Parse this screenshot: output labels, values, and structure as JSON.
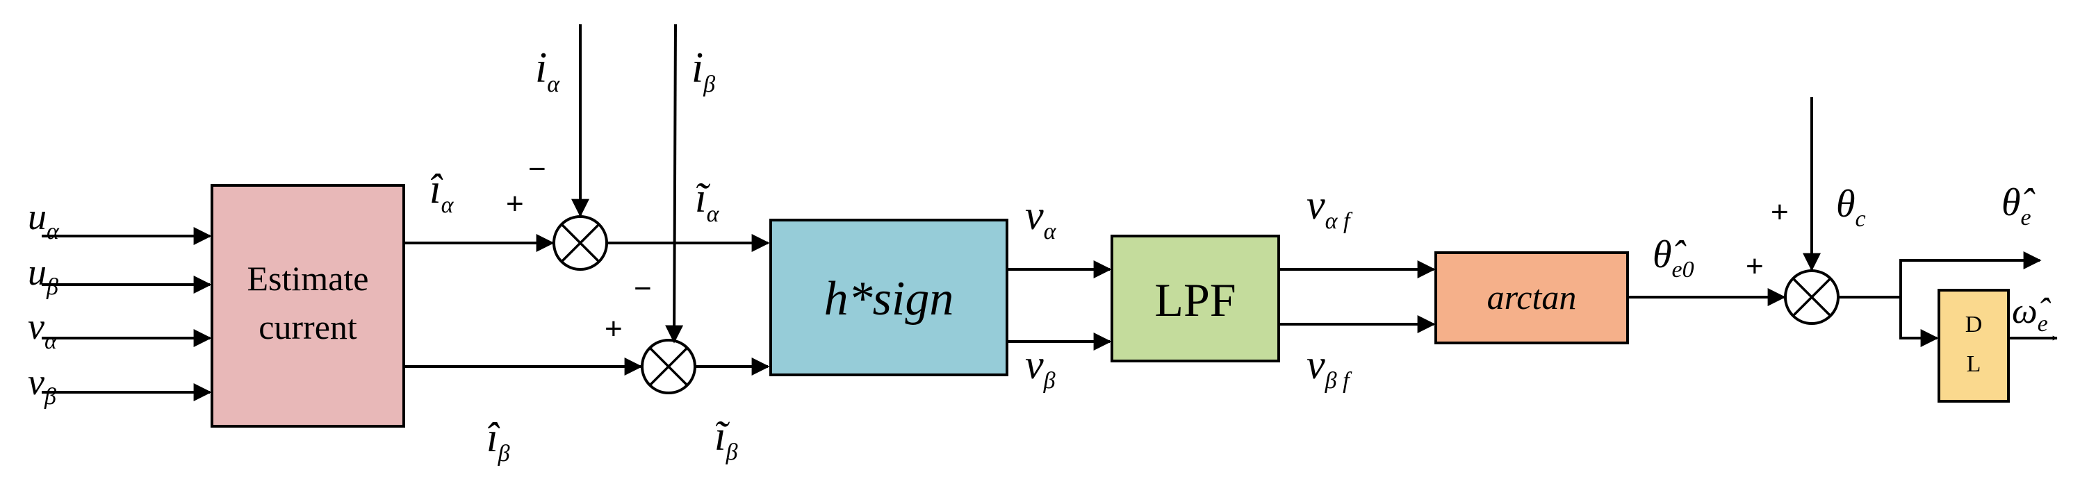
{
  "colors": {
    "estimate_block": "#e8b8b8",
    "hsign_block": "#96ccd8",
    "lpf_block": "#c4dc9c",
    "arctan_block": "#f5b08a",
    "dl_block": "#fad98e",
    "stroke": "#000000"
  },
  "inputs": {
    "u_alpha": {
      "main": "u",
      "sub": "α"
    },
    "u_beta": {
      "main": "u",
      "sub": "β"
    },
    "v_alpha": {
      "main": "v",
      "sub": "α"
    },
    "v_beta": {
      "main": "v",
      "sub": "β"
    }
  },
  "blocks": {
    "estimate_line1": "Estimate",
    "estimate_line2": "current",
    "hsign": "h*sign",
    "lpf": "LPF",
    "arctan": "arctan",
    "dl_line1": "D",
    "dl_line2": "L"
  },
  "signals": {
    "i_hat_alpha": {
      "main": "î",
      "sub": "α"
    },
    "i_hat_beta": {
      "main": "î",
      "sub": "β"
    },
    "i_alpha": {
      "main": "i",
      "sub": "α"
    },
    "i_beta": {
      "main": "i",
      "sub": "β"
    },
    "i_tilde_alpha": {
      "main": "ĩ",
      "sub": "α"
    },
    "i_tilde_beta": {
      "main": "ĩ",
      "sub": "β"
    },
    "v_alpha_out": {
      "main": "v",
      "sub": "α"
    },
    "v_beta_out": {
      "main": "v",
      "sub": "β"
    },
    "v_alpha_f": {
      "main": "v",
      "sub": "α f"
    },
    "v_beta_f": {
      "main": "v",
      "sub": "β f"
    },
    "theta_e0": {
      "main": "θ̂",
      "sub": "e0"
    },
    "theta_c": {
      "main": "θ",
      "sub": "c"
    },
    "theta_e_out": {
      "main": "θ̂",
      "sub": "e"
    },
    "omega_e_out": {
      "main": "ω̂",
      "sub": "e"
    }
  },
  "signs": {
    "sum1_plus": "+",
    "sum1_minus": "−",
    "sum2_plus": "+",
    "sum2_minus": "−",
    "sum3_plus_top": "+",
    "sum3_plus_left": "+"
  }
}
